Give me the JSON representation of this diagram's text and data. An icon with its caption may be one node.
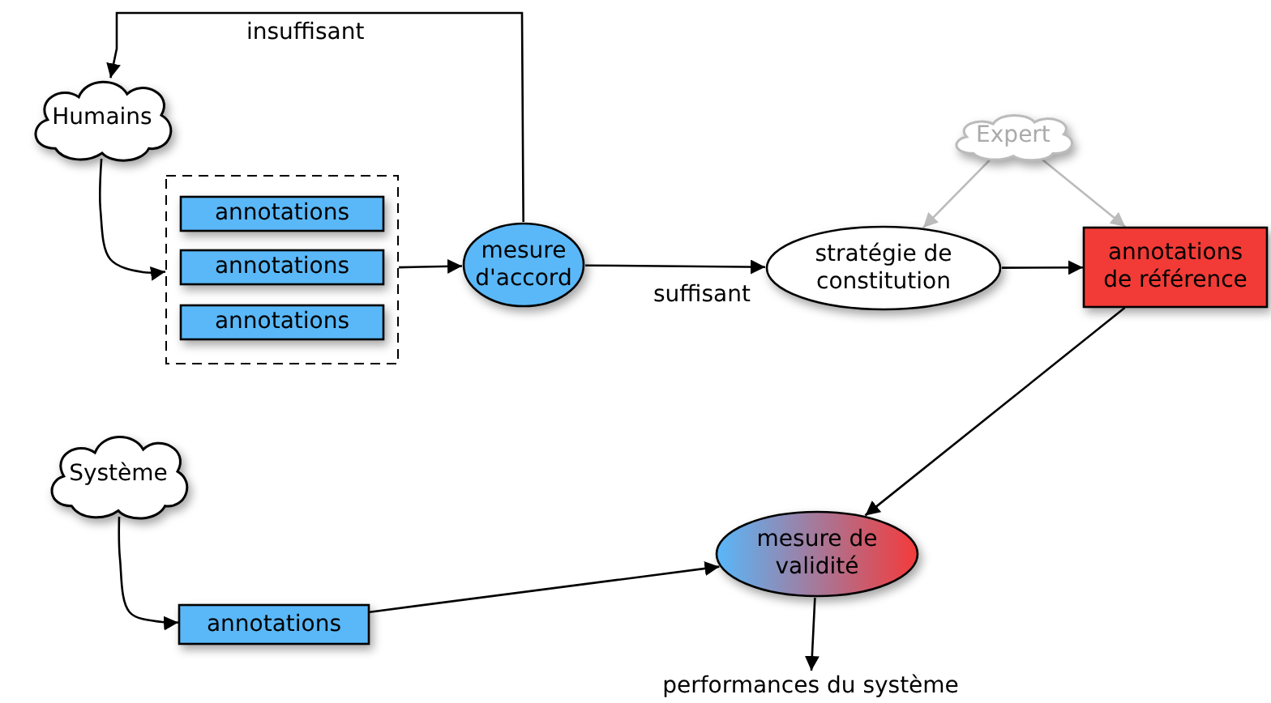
{
  "diagram": {
    "nodes": [
      {
        "text": [
          "Humains"
        ]
      },
      {
        "text": [],
        "shape": "box"
      },
      {
        "text": [
          "annotations"
        ],
        "in": 1
      },
      {
        "text": [
          "annotations"
        ],
        "in": 1
      },
      {
        "text": [
          "annotations"
        ],
        "in": 1
      },
      {
        "text": [
          "mesure d'accord"
        ]
      },
      {
        "text": [
          "Expert"
        ]
      },
      {
        "text": [
          "stratégie de constitution"
        ]
      },
      {
        "text": [
          "annotations de référence"
        ]
      },
      {
        "text": [
          "Système"
        ]
      },
      {
        "text": [
          "annotations"
        ]
      },
      {
        "text": [
          "mesure de validité"
        ]
      },
      {
        "text": [
          "performances du système"
        ]
      }
    ],
    "edges": [
      {
        "from": 0,
        "to": 1,
        "arrow": "to"
      },
      {
        "from": 1,
        "to": 5,
        "arrow": "to"
      },
      {
        "from": 5,
        "to": 0,
        "arrow": "to",
        "label": "insuffisant"
      },
      {
        "from": 5,
        "to": 7,
        "arrow": "to",
        "label": "suffisant"
      },
      {
        "from": 6,
        "to": 7,
        "arrow": "to",
        "color": "#bbbbbb"
      },
      {
        "from": 6,
        "to": 8,
        "arrow": "to",
        "color": "#bbbbbb"
      },
      {
        "from": 7,
        "to": 8,
        "arrow": "to"
      },
      {
        "from": 8,
        "to": 11,
        "arrow": "to"
      },
      {
        "from": 9,
        "to": 10,
        "arrow": "to"
      },
      {
        "from": 10,
        "to": 11,
        "arrow": "to"
      },
      {
        "from": 11,
        "to": 12,
        "arrow": "to"
      }
    ]
  }
}
